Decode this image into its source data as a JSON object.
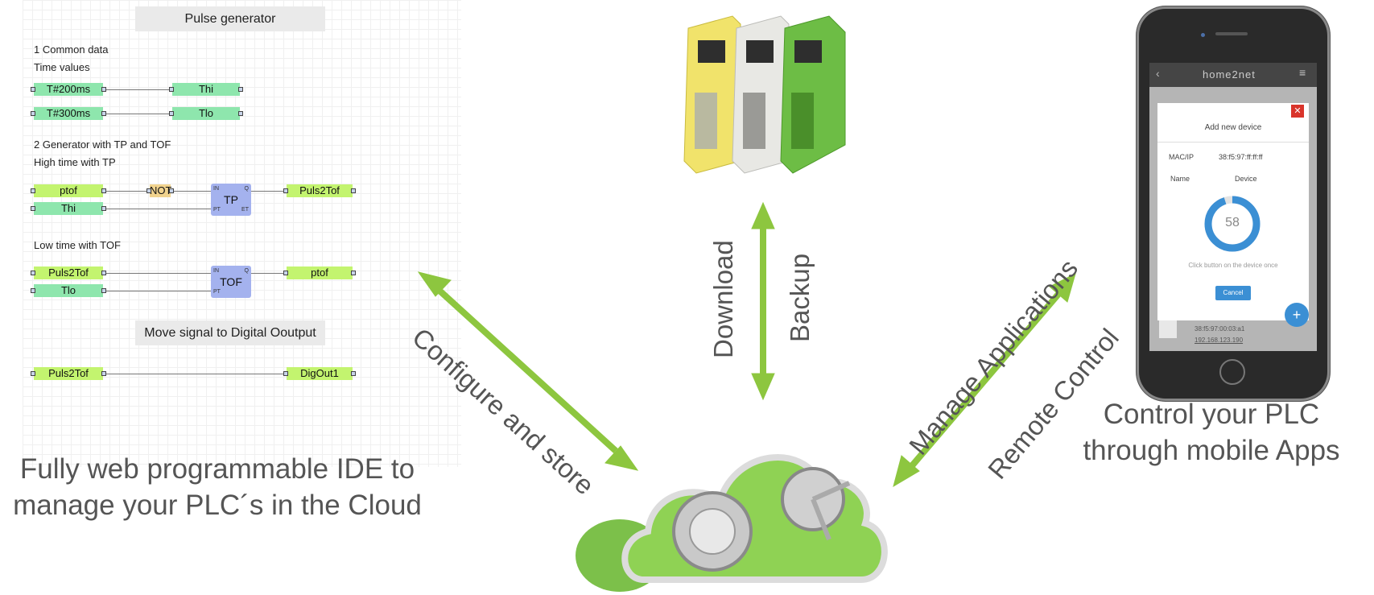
{
  "ide": {
    "title": "Pulse generator",
    "section1": "1 Common data",
    "time_values": "Time values",
    "row1": {
      "in": "T#200ms",
      "out": "Thi"
    },
    "row2": {
      "in": "T#300ms",
      "out": "Tlo"
    },
    "section2": "2 Generator with TP and TOF",
    "high_time": "High time with TP",
    "tp": {
      "in1": "ptof",
      "not": "NOT",
      "in2": "Thi",
      "block": "TP",
      "out": "Puls2Tof",
      "pin_in": "IN",
      "pin_pt": "PT",
      "pin_q": "Q",
      "pin_et": "ET"
    },
    "low_time": "Low time with TOF",
    "tof": {
      "in1": "Puls2Tof",
      "in2": "Tlo",
      "block": "TOF",
      "out": "ptof",
      "pin_in": "IN",
      "pin_pt": "PT",
      "pin_q": "Q"
    },
    "move_header": "Move signal to Digital Ooutput",
    "move": {
      "in": "Puls2Tof",
      "out": "DigOut1"
    }
  },
  "captions": {
    "ide": "Fully web programmable IDE to manage your PLC´s in the Cloud",
    "mobile": "Control your PLC through mobile Apps"
  },
  "arrows": {
    "configure": "Configure and store",
    "download": "Download",
    "backup": "Backup",
    "manage": "Manage Applications",
    "remote": "Remote Control"
  },
  "phone": {
    "app_title": "home2net",
    "dialog_title": "Add new device",
    "mac_label": "MAC/IP",
    "mac_value": "38:f5:97:ff:ff:ff",
    "name_label": "Name",
    "name_value": "Device",
    "countdown": "58",
    "countdown_fraction": 0.95,
    "hint": "Click button on the device once",
    "cancel": "Cancel",
    "device_mac": "38:f5:97:00:03:a1",
    "device_ip": "192.168.123.190",
    "fab": "+"
  },
  "colors": {
    "arrow": "#8dc63f",
    "accent": "#3b8fd4",
    "close": "#d9342b"
  },
  "icons": {
    "back": "chevron-left-icon",
    "menu": "hamburger-icon",
    "close": "close-icon",
    "add": "plus-icon"
  }
}
